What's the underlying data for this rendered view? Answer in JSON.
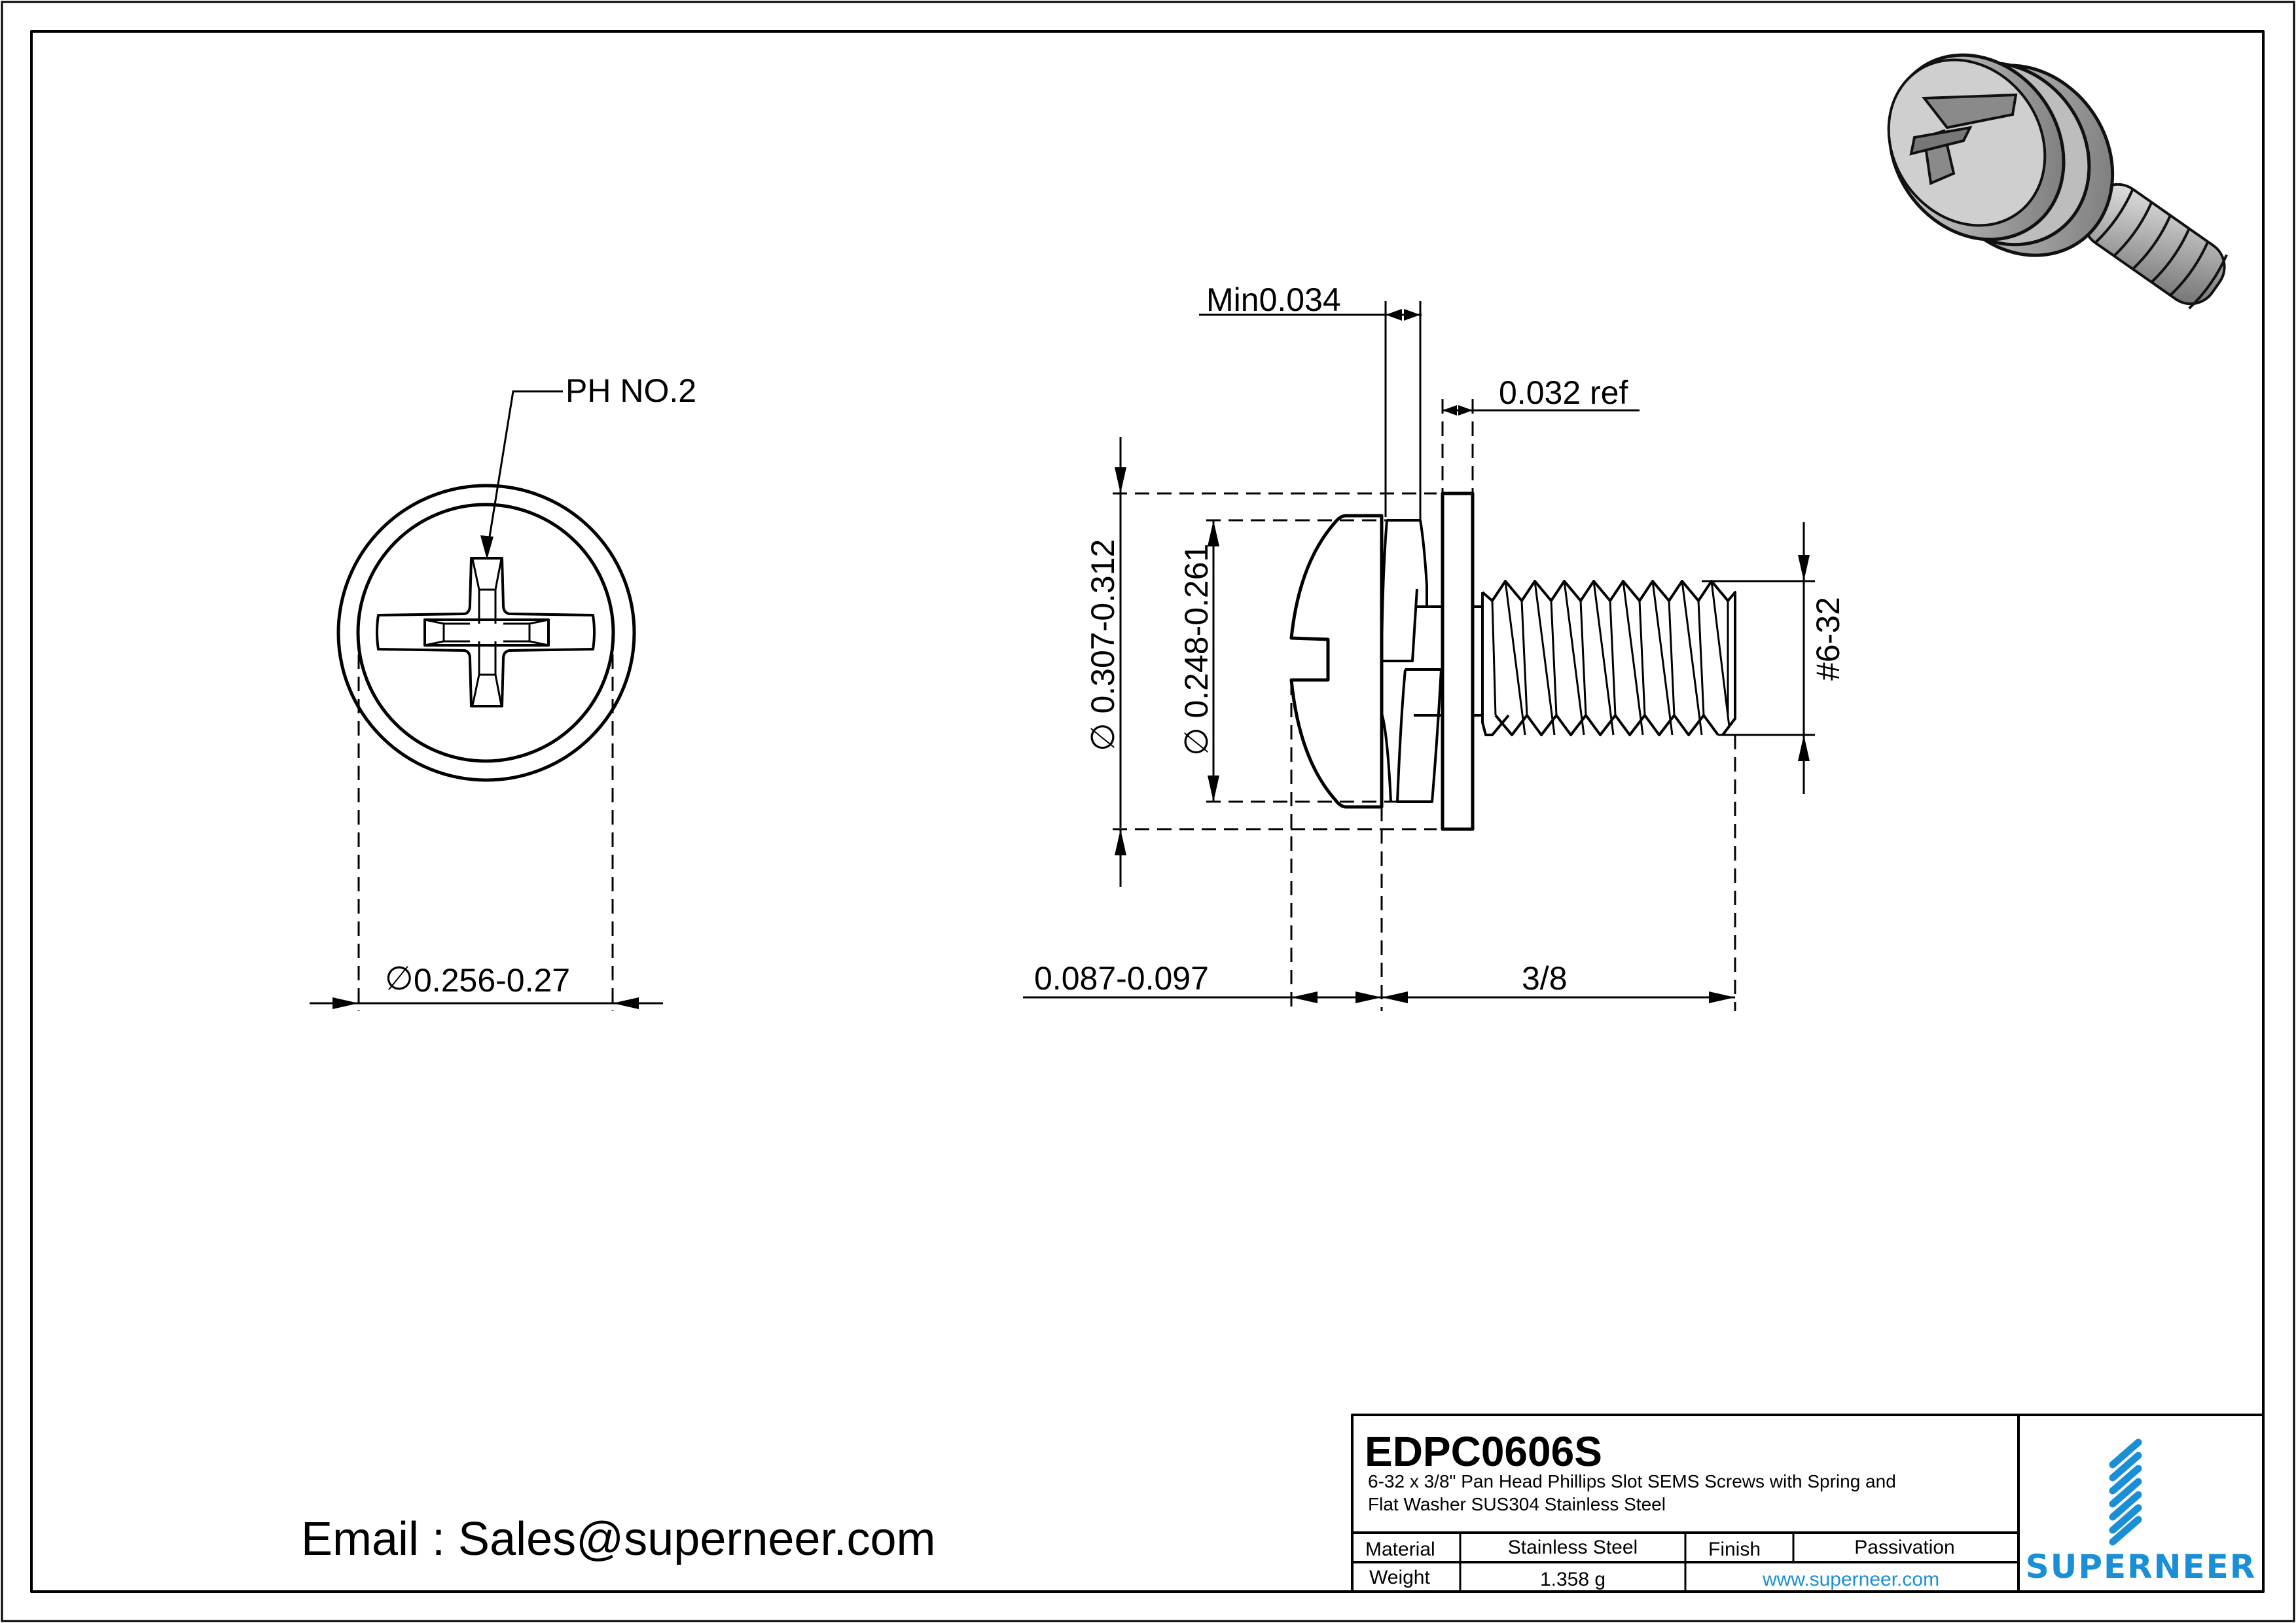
{
  "drawing": {
    "top_view": {
      "callout": "PH NO.2",
      "diameter_dim": "0.256-0.27",
      "diameter_symbol": "∅"
    },
    "side_view": {
      "min_thickness_dim": "Min0.034",
      "washer_thickness_dim": "0.032 ref",
      "washer_diameter_dim": "∅ 0.307-0.312",
      "head_diameter_dim": "∅ 0.248-0.261",
      "thread_dim": "#6-32",
      "head_height_dim": "0.087-0.097",
      "length_dim": "3/8"
    },
    "iso_view": {
      "label": "3d-screw-render"
    }
  },
  "title_block": {
    "part_number": "EDPC0606S",
    "description_line1": "6-32 x 3/8\" Pan Head Phillips Slot SEMS Screws with Spring and",
    "description_line2": "Flat Washer SUS304 Stainless Steel",
    "rows": [
      {
        "label": "Material",
        "value": "Stainless Steel",
        "label2": "Finish",
        "value2": "Passivation"
      },
      {
        "label": "Weight",
        "value": "1.358 g",
        "link": "www.superneer.com"
      }
    ],
    "brand": "SUPERNEER",
    "brand_color": "#1a8fd6"
  },
  "footer": {
    "email": "Email : Sales@superneer.com"
  }
}
